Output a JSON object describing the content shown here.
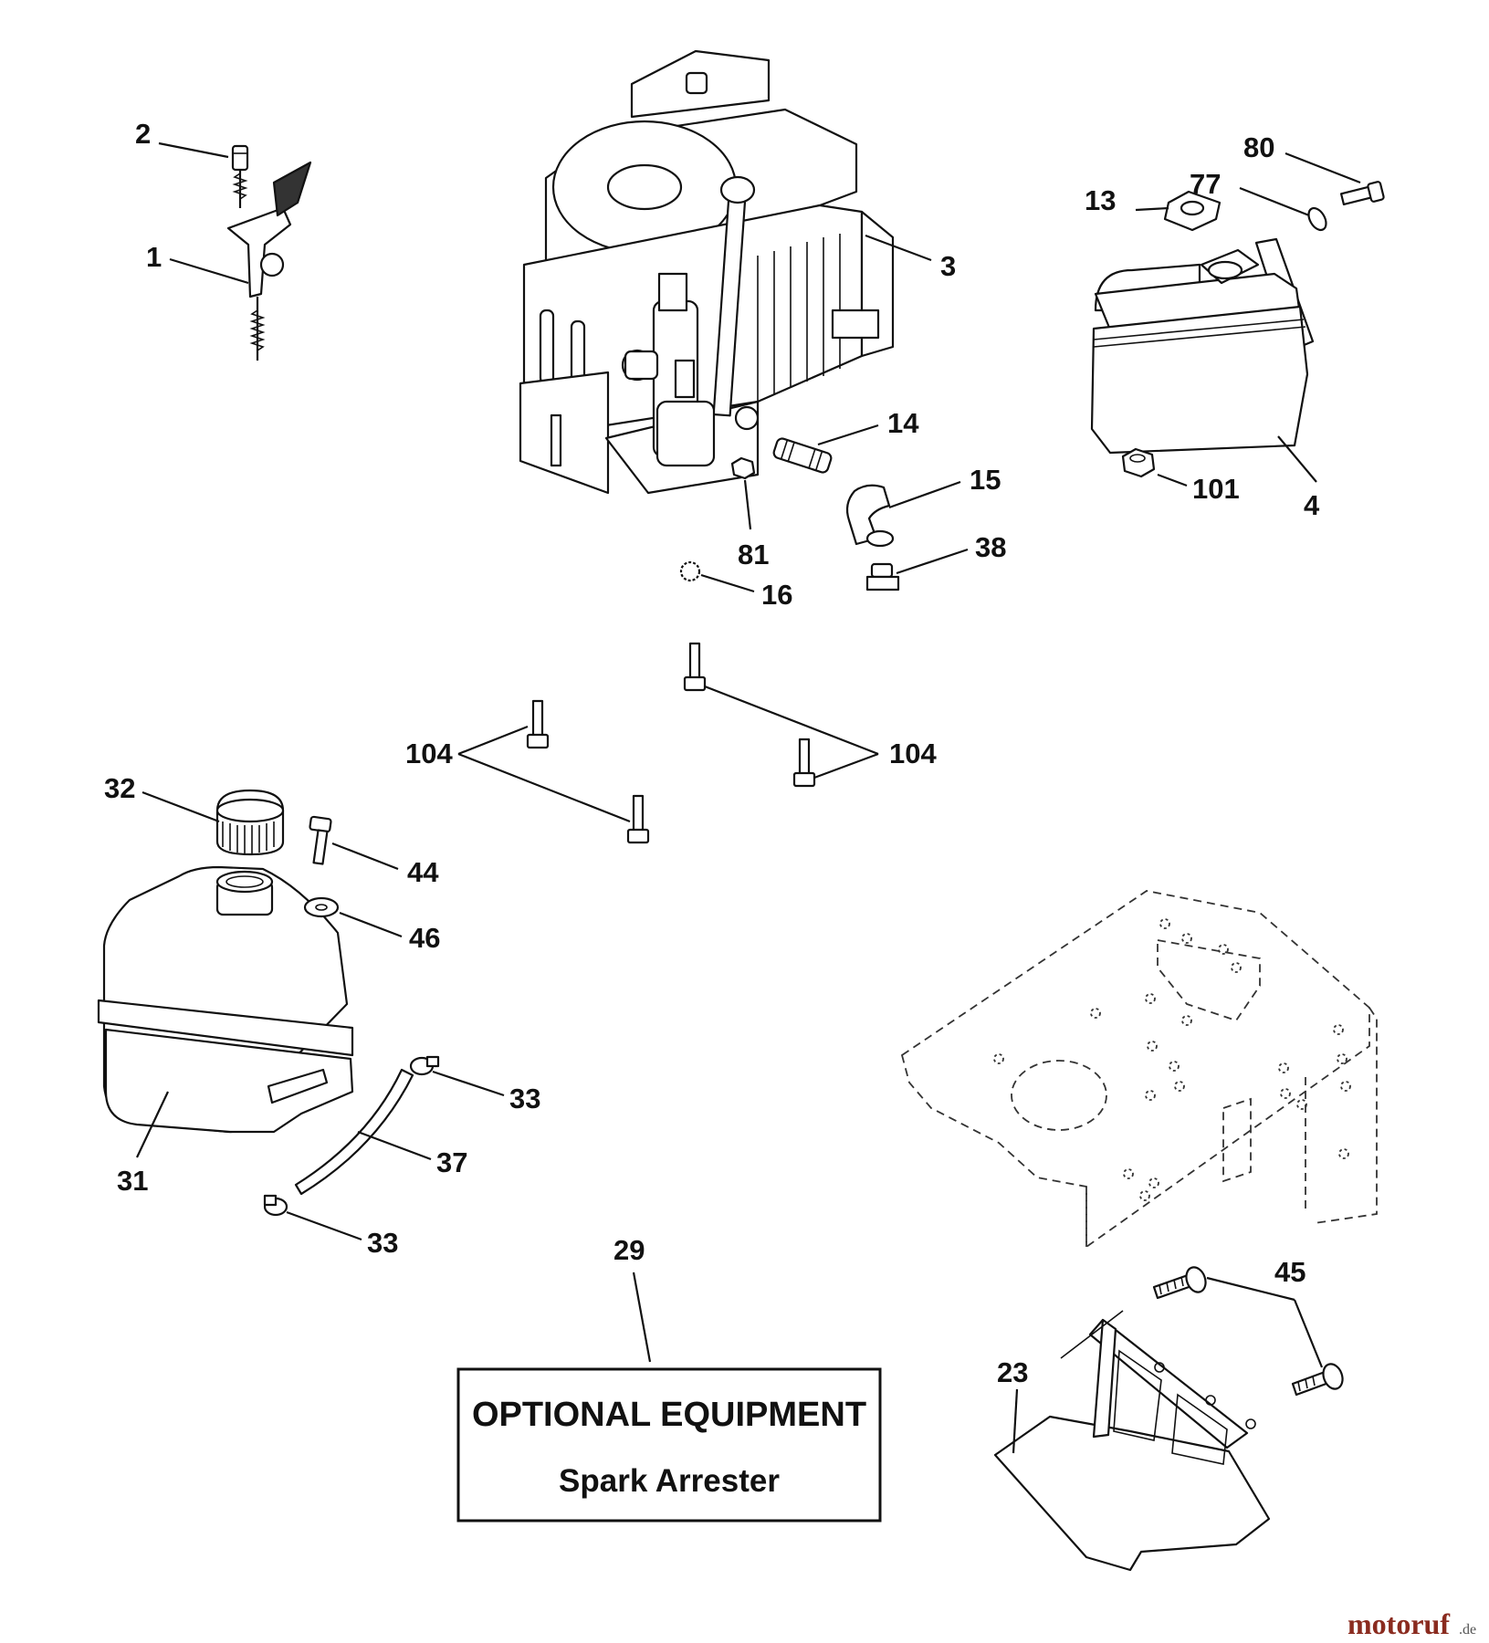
{
  "labels": {
    "l1": "1",
    "l2": "2",
    "l3": "3",
    "l4": "4",
    "l13": "13",
    "l14": "14",
    "l15": "15",
    "l16": "16",
    "l23": "23",
    "l29": "29",
    "l31": "31",
    "l32": "32",
    "l33a": "33",
    "l33b": "33",
    "l37": "37",
    "l38": "38",
    "l44": "44",
    "l45": "45",
    "l46": "46",
    "l77": "77",
    "l80": "80",
    "l81": "81",
    "l101": "101",
    "l104a": "104",
    "l104b": "104"
  },
  "optional_box": {
    "title": "OPTIONAL EQUIPMENT",
    "subtitle": "Spark Arrester"
  },
  "watermark": {
    "brand": "motoruf",
    "tld": ".de",
    "brand_color": "#8a2b1f",
    "tld_color": "#555555"
  }
}
